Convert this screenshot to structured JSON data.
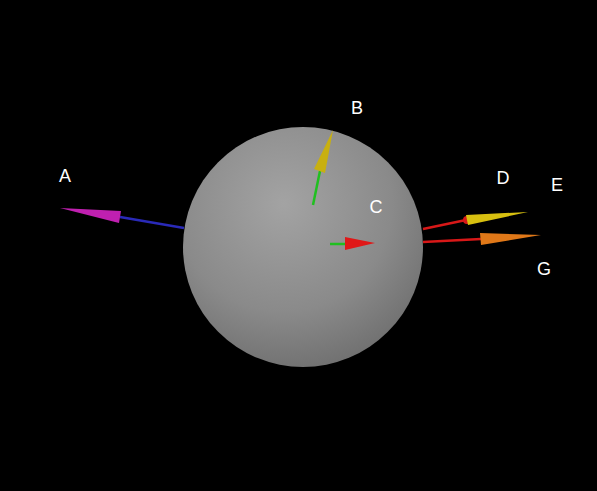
{
  "diagram": {
    "labels": [
      "A",
      "B",
      "C",
      "D",
      "E",
      "G"
    ]
  }
}
